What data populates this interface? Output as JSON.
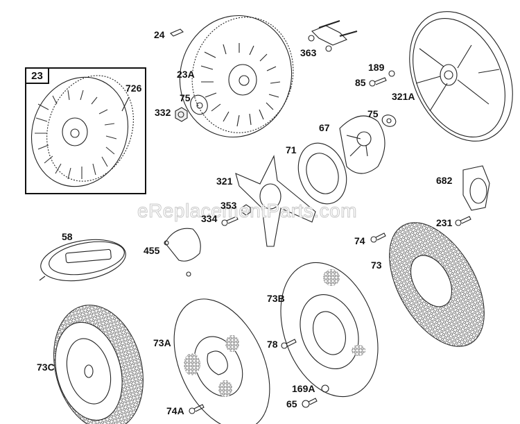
{
  "diagram": {
    "type": "exploded-parts-diagram",
    "watermark": "eReplacementParts.com",
    "inset": {
      "label": "23",
      "callouts": [
        "726"
      ]
    },
    "parts": [
      {
        "id": "24",
        "desc": "key"
      },
      {
        "id": "23A",
        "desc": "flywheel"
      },
      {
        "id": "75",
        "desc": "washer (left)"
      },
      {
        "id": "332",
        "desc": "nut"
      },
      {
        "id": "363",
        "desc": "bracket with studs"
      },
      {
        "id": "189",
        "desc": "lock washer"
      },
      {
        "id": "85",
        "desc": "screw"
      },
      {
        "id": "321A",
        "desc": "fan/flywheel housing"
      },
      {
        "id": "75",
        "desc": "washer (right)"
      },
      {
        "id": "67",
        "desc": "clutch"
      },
      {
        "id": "71",
        "desc": "ring"
      },
      {
        "id": "321",
        "desc": "bracket"
      },
      {
        "id": "353",
        "desc": "nut"
      },
      {
        "id": "334",
        "desc": "screw"
      },
      {
        "id": "682",
        "desc": "adapter flange"
      },
      {
        "id": "231",
        "desc": "screw"
      },
      {
        "id": "58",
        "desc": "wire assembly"
      },
      {
        "id": "455",
        "desc": "cap"
      },
      {
        "id": "74",
        "desc": "screw"
      },
      {
        "id": "73",
        "desc": "screen"
      },
      {
        "id": "73B",
        "desc": "plate"
      },
      {
        "id": "78",
        "desc": "screw"
      },
      {
        "id": "73C",
        "desc": "screen"
      },
      {
        "id": "73A",
        "desc": "plate"
      },
      {
        "id": "74A",
        "desc": "screw"
      },
      {
        "id": "169A",
        "desc": "washer"
      },
      {
        "id": "65",
        "desc": "screw"
      }
    ]
  },
  "labels": {
    "l24": "24",
    "l23A": "23A",
    "l75a": "75",
    "l332": "332",
    "l363": "363",
    "l189": "189",
    "l85": "85",
    "l321A": "321A",
    "l75b": "75",
    "l67": "67",
    "l71": "71",
    "l321": "321",
    "l353": "353",
    "l334": "334",
    "l682": "682",
    "l231": "231",
    "l58": "58",
    "l455": "455",
    "l74": "74",
    "l73": "73",
    "l73B": "73B",
    "l78": "78",
    "l73C": "73C",
    "l73A": "73A",
    "l74A": "74A",
    "l169A": "169A",
    "l65": "65",
    "l23": "23",
    "l726": "726"
  }
}
